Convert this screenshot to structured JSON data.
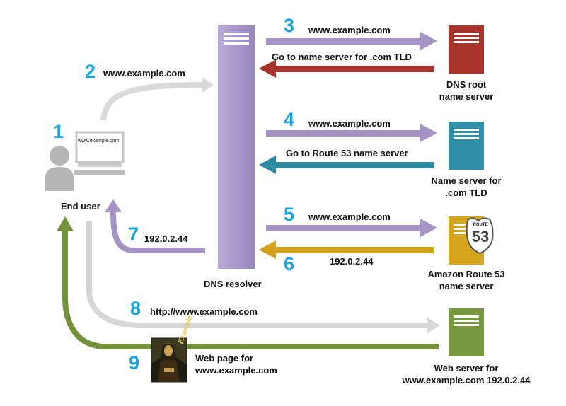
{
  "colors": {
    "blue_number": "#1aa3e0",
    "purple": "#a593c6",
    "light_gray": "#d7d7d7",
    "dark_red": "#a6332d",
    "teal": "#2e8aa1",
    "gold": "#d3a21b",
    "green": "#73923c",
    "server_red": "#a8342d",
    "server_teal": "#2f8fa6",
    "server_gold": "#d6a620",
    "server_green": "#78983f"
  },
  "icons": {
    "user": "person-silhouette",
    "computer": "monitor-with-keyboard",
    "server": "server-tower",
    "route53": "route53-shield-badge",
    "webpage": "mona-lisa-thumbnail"
  },
  "steps": {
    "s1": {
      "number": "1"
    },
    "s2": {
      "number": "2",
      "label": "www.example.com"
    },
    "s3": {
      "number": "3",
      "request": "www.example.com",
      "response": "Go to name server for .com TLD"
    },
    "s4": {
      "number": "4",
      "request": "www.example.com",
      "response": "Go to Route 53 name server"
    },
    "s5": {
      "number": "5",
      "request": "www.example.com"
    },
    "s6": {
      "number": "6",
      "response": "192.0.2.44"
    },
    "s7": {
      "number": "7",
      "label": "192.0.2.44"
    },
    "s8": {
      "number": "8",
      "label": "http://www.example.com"
    },
    "s9": {
      "number": "9",
      "label_line1": "Web page for",
      "label_line2": "www.example.com"
    }
  },
  "nodes": {
    "end_user": {
      "label": "End user",
      "screen_text": "www.example.com"
    },
    "resolver": {
      "label": "DNS resolver"
    },
    "root": {
      "line1": "DNS root",
      "line2": "name server"
    },
    "tld": {
      "line1": "Name server for",
      "line2": ".com TLD"
    },
    "route53": {
      "line1": "Amazon Route 53",
      "line2": "name server",
      "badge_top": "ROUTE",
      "badge_num": "53"
    },
    "web": {
      "line1": "Web server for",
      "line2": "www.example.com 192.0.2.44"
    }
  },
  "webpage_thumb": {
    "text": "Example"
  }
}
